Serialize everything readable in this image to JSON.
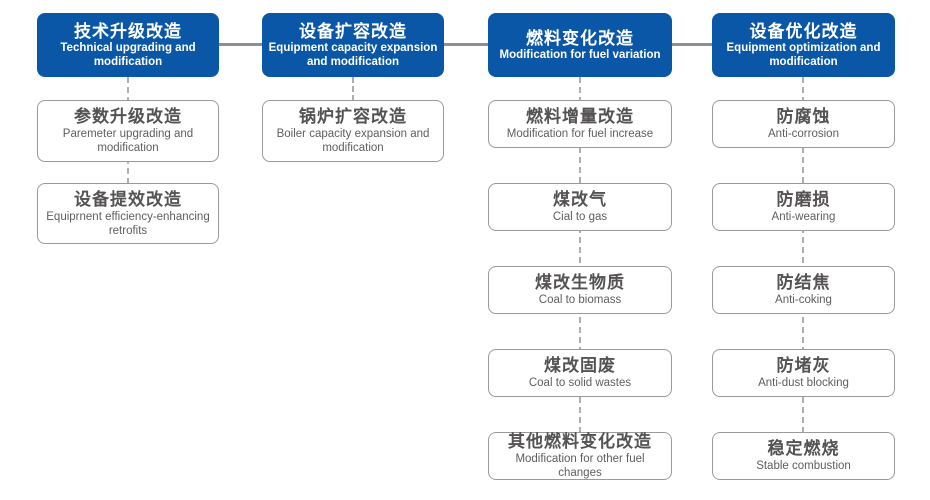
{
  "colors": {
    "header_bg": "#0a57a7",
    "header_text": "#ffffff",
    "box_border": "#9a9a9a",
    "box_title_text": "#545252",
    "box_subtitle_text": "#5f5d5d",
    "connector_solid": "#8f8f8f",
    "connector_dashed": "#aeaeae",
    "background": "#ffffff"
  },
  "columns": [
    {
      "header": {
        "title_zh": "技术升级改造",
        "title_en": "Technical upgrading and modification"
      },
      "items": [
        {
          "title_zh": "参数升级改造",
          "title_en": "Paremeter upgrading and modification"
        },
        {
          "title_zh": "设备提效改造",
          "title_en": "Equiprnent efficiency-enhancing retrofits"
        }
      ]
    },
    {
      "header": {
        "title_zh": "设备扩容改造",
        "title_en": "Equipment capacity expansion and modification"
      },
      "items": [
        {
          "title_zh": "锅炉扩容改造",
          "title_en": "Boiler capacity expansion and modification"
        }
      ]
    },
    {
      "header": {
        "title_zh": "燃料变化改造",
        "title_en": "Modification for fuel variation"
      },
      "items": [
        {
          "title_zh": "燃料增量改造",
          "title_en": "Modification for fuel increase"
        },
        {
          "title_zh": "煤改气",
          "title_en": "Cial to gas"
        },
        {
          "title_zh": "煤改生物质",
          "title_en": "Coal to biomass"
        },
        {
          "title_zh": "煤改固废",
          "title_en": "Coal to solid wastes"
        },
        {
          "title_zh": "其他燃料变化改造",
          "title_en": "Modification for other fuel changes"
        }
      ]
    },
    {
      "header": {
        "title_zh": "设备优化改造",
        "title_en": "Equipment optimization and modification"
      },
      "items": [
        {
          "title_zh": "防腐蚀",
          "title_en": "Anti-corrosion"
        },
        {
          "title_zh": "防磨损",
          "title_en": "Anti-wearing"
        },
        {
          "title_zh": "防结焦",
          "title_en": "Anti-coking"
        },
        {
          "title_zh": "防堵灰",
          "title_en": "Anti-dust blocking"
        },
        {
          "title_zh": "稳定燃烧",
          "title_en": "Stable combustion"
        }
      ]
    }
  ]
}
